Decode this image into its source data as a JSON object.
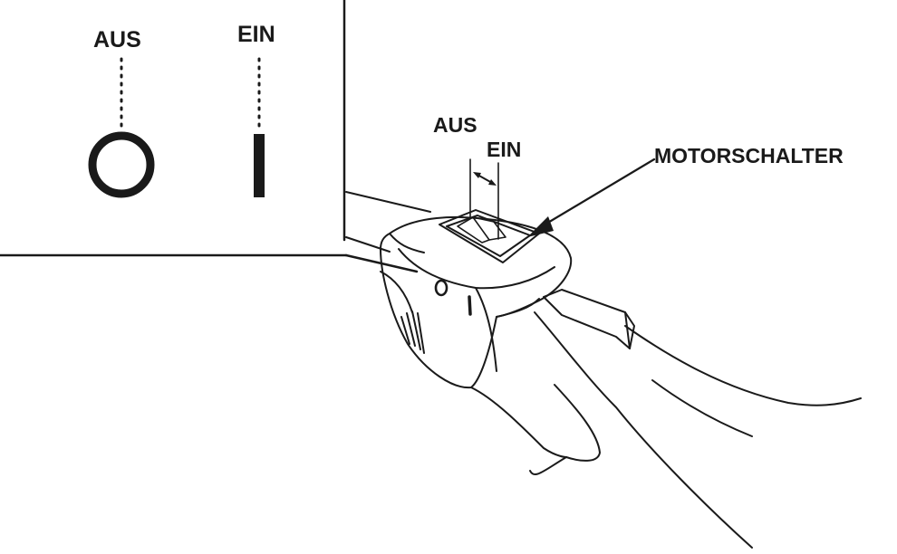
{
  "inset": {
    "off_label": "AUS",
    "on_label": "EIN"
  },
  "switch_callout": {
    "off_label": "AUS",
    "on_label": "EIN",
    "switch_label": "MOTORSCHALTER"
  },
  "handle_markings": {
    "off_symbol": "O",
    "on_symbol": "I"
  },
  "colors": {
    "line": "#1a1a1a",
    "background": "#ffffff"
  }
}
